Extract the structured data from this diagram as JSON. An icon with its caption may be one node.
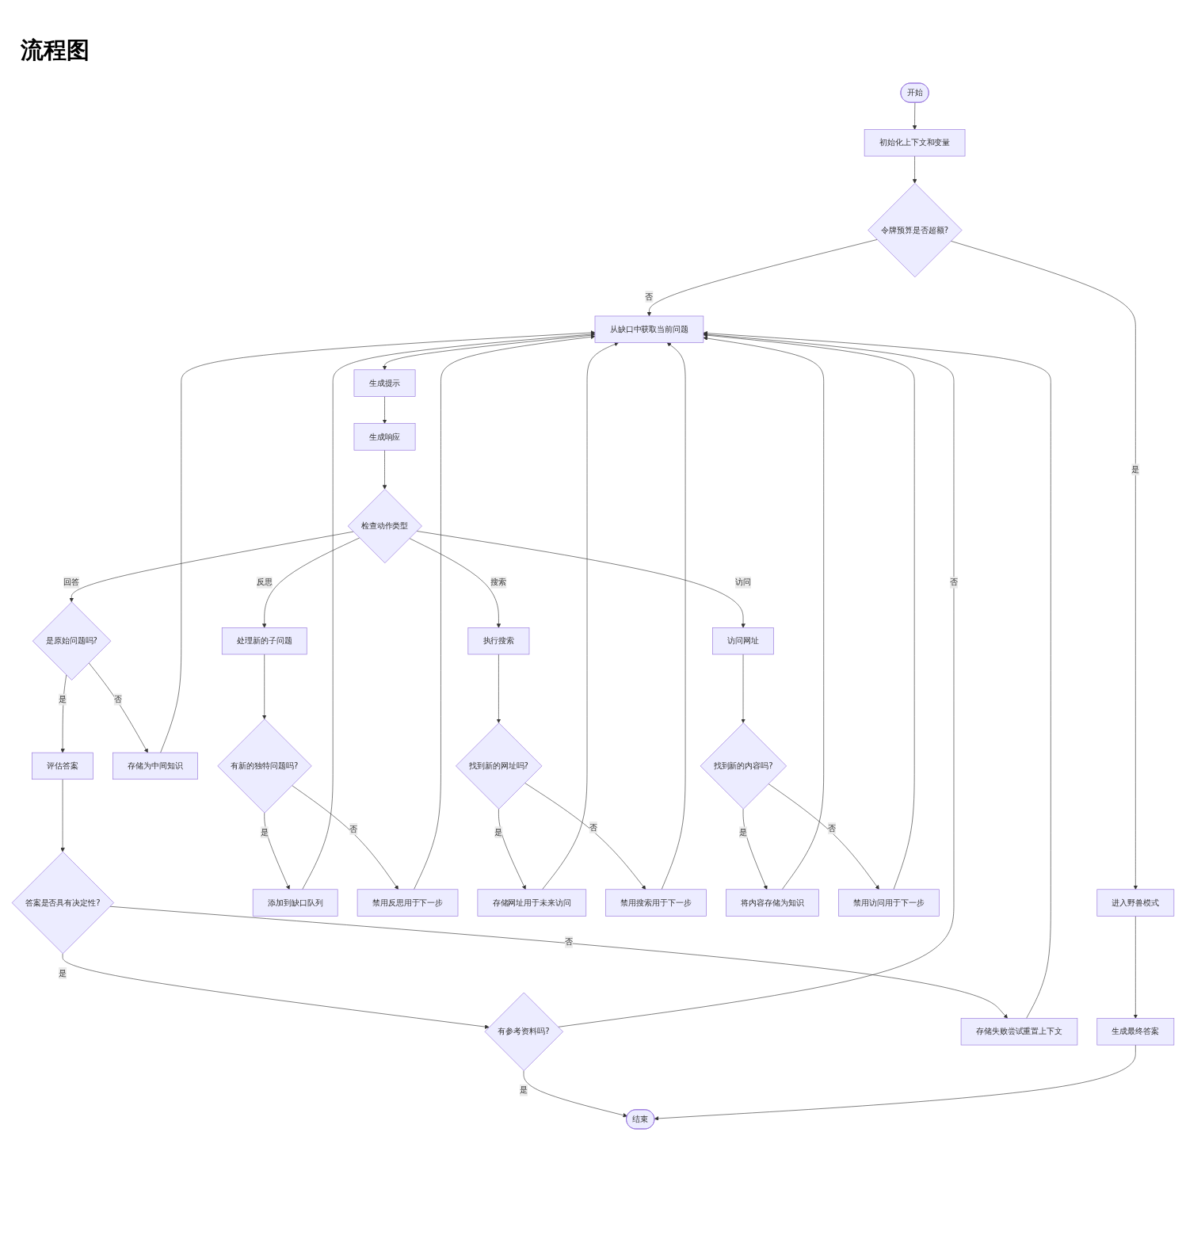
{
  "diagram": {
    "title": "流程图",
    "nodes": [
      {
        "text": [
          "开始"
        ]
      },
      {
        "text": [
          "初始化上下文和变量"
        ]
      },
      {
        "text": [
          "令牌预算是否超额?"
        ]
      },
      {
        "text": [
          "从缺口中获取当前问题"
        ]
      },
      {
        "text": [
          "生成提示"
        ]
      },
      {
        "text": [
          "生成响应"
        ]
      },
      {
        "text": [
          "检查动作类型"
        ]
      },
      {
        "text": [
          "是原始问题吗?"
        ]
      },
      {
        "text": [
          "处理新的子问题"
        ]
      },
      {
        "text": [
          "执行搜索"
        ]
      },
      {
        "text": [
          "访问网址"
        ]
      },
      {
        "text": [
          "评估答案"
        ]
      },
      {
        "text": [
          "存储为中间知识"
        ]
      },
      {
        "text": [
          "有新的独特问题吗?"
        ]
      },
      {
        "text": [
          "找到新的网址吗?"
        ]
      },
      {
        "text": [
          "找到新的内容吗?"
        ]
      },
      {
        "text": [
          "答案是否具有决定性?"
        ]
      },
      {
        "text": [
          "添加到缺口队列"
        ]
      },
      {
        "text": [
          "禁用反思用于下一步"
        ]
      },
      {
        "text": [
          "存储网址用于未来访问"
        ]
      },
      {
        "text": [
          "禁用搜索用于下一步"
        ]
      },
      {
        "text": [
          "将内容存储为知识"
        ]
      },
      {
        "text": [
          "禁用访问用于下一步"
        ]
      },
      {
        "text": [
          "进入野兽模式"
        ]
      },
      {
        "text": [
          "有参考资料吗?"
        ]
      },
      {
        "text": [
          "存储失败尝试重置上下文"
        ]
      },
      {
        "text": [
          "生成最终答案"
        ]
      },
      {
        "text": [
          "结束"
        ]
      }
    ],
    "edges": [
      {
        "from": 0,
        "to": 1,
        "arrow": "to"
      },
      {
        "from": 1,
        "to": 2,
        "arrow": "to"
      },
      {
        "from": 2,
        "to": 3,
        "arrow": "to",
        "label": "否"
      },
      {
        "from": 2,
        "to": 23,
        "arrow": "to",
        "label": "是"
      },
      {
        "from": 3,
        "to": 4,
        "arrow": "to"
      },
      {
        "from": 4,
        "to": 5,
        "arrow": "to"
      },
      {
        "from": 5,
        "to": 6,
        "arrow": "to"
      },
      {
        "from": 6,
        "to": 7,
        "arrow": "to",
        "label": "回答"
      },
      {
        "from": 6,
        "to": 8,
        "arrow": "to",
        "label": "反思"
      },
      {
        "from": 6,
        "to": 9,
        "arrow": "to",
        "label": "搜索"
      },
      {
        "from": 6,
        "to": 10,
        "arrow": "to",
        "label": "访问"
      },
      {
        "from": 7,
        "to": 11,
        "arrow": "to",
        "label": "是"
      },
      {
        "from": 7,
        "to": 12,
        "arrow": "to",
        "label": "否"
      },
      {
        "from": 11,
        "to": 16,
        "arrow": "to"
      },
      {
        "from": 16,
        "to": 24,
        "arrow": "to",
        "label": "是"
      },
      {
        "from": 16,
        "to": 25,
        "arrow": "to",
        "label": "否"
      },
      {
        "from": 24,
        "to": 27,
        "arrow": "to",
        "label": "是"
      },
      {
        "from": 24,
        "to": 3,
        "arrow": "to",
        "label": "否"
      },
      {
        "from": 25,
        "to": 3,
        "arrow": "to"
      },
      {
        "from": 12,
        "to": 3,
        "arrow": "to"
      },
      {
        "from": 8,
        "to": 13,
        "arrow": "to"
      },
      {
        "from": 13,
        "to": 17,
        "arrow": "to",
        "label": "是"
      },
      {
        "from": 13,
        "to": 18,
        "arrow": "to",
        "label": "否"
      },
      {
        "from": 17,
        "to": 3,
        "arrow": "to"
      },
      {
        "from": 18,
        "to": 3,
        "arrow": "to"
      },
      {
        "from": 9,
        "to": 14,
        "arrow": "to"
      },
      {
        "from": 14,
        "to": 19,
        "arrow": "to",
        "label": "是"
      },
      {
        "from": 14,
        "to": 20,
        "arrow": "to",
        "label": "否"
      },
      {
        "from": 19,
        "to": 3,
        "arrow": "to"
      },
      {
        "from": 20,
        "to": 3,
        "arrow": "to"
      },
      {
        "from": 10,
        "to": 15,
        "arrow": "to"
      },
      {
        "from": 15,
        "to": 21,
        "arrow": "to",
        "label": "是"
      },
      {
        "from": 15,
        "to": 22,
        "arrow": "to",
        "label": "否"
      },
      {
        "from": 21,
        "to": 3,
        "arrow": "to"
      },
      {
        "from": 22,
        "to": 3,
        "arrow": "to"
      },
      {
        "from": 23,
        "to": 26,
        "arrow": "to"
      },
      {
        "from": 26,
        "to": 27,
        "arrow": "to"
      }
    ]
  }
}
